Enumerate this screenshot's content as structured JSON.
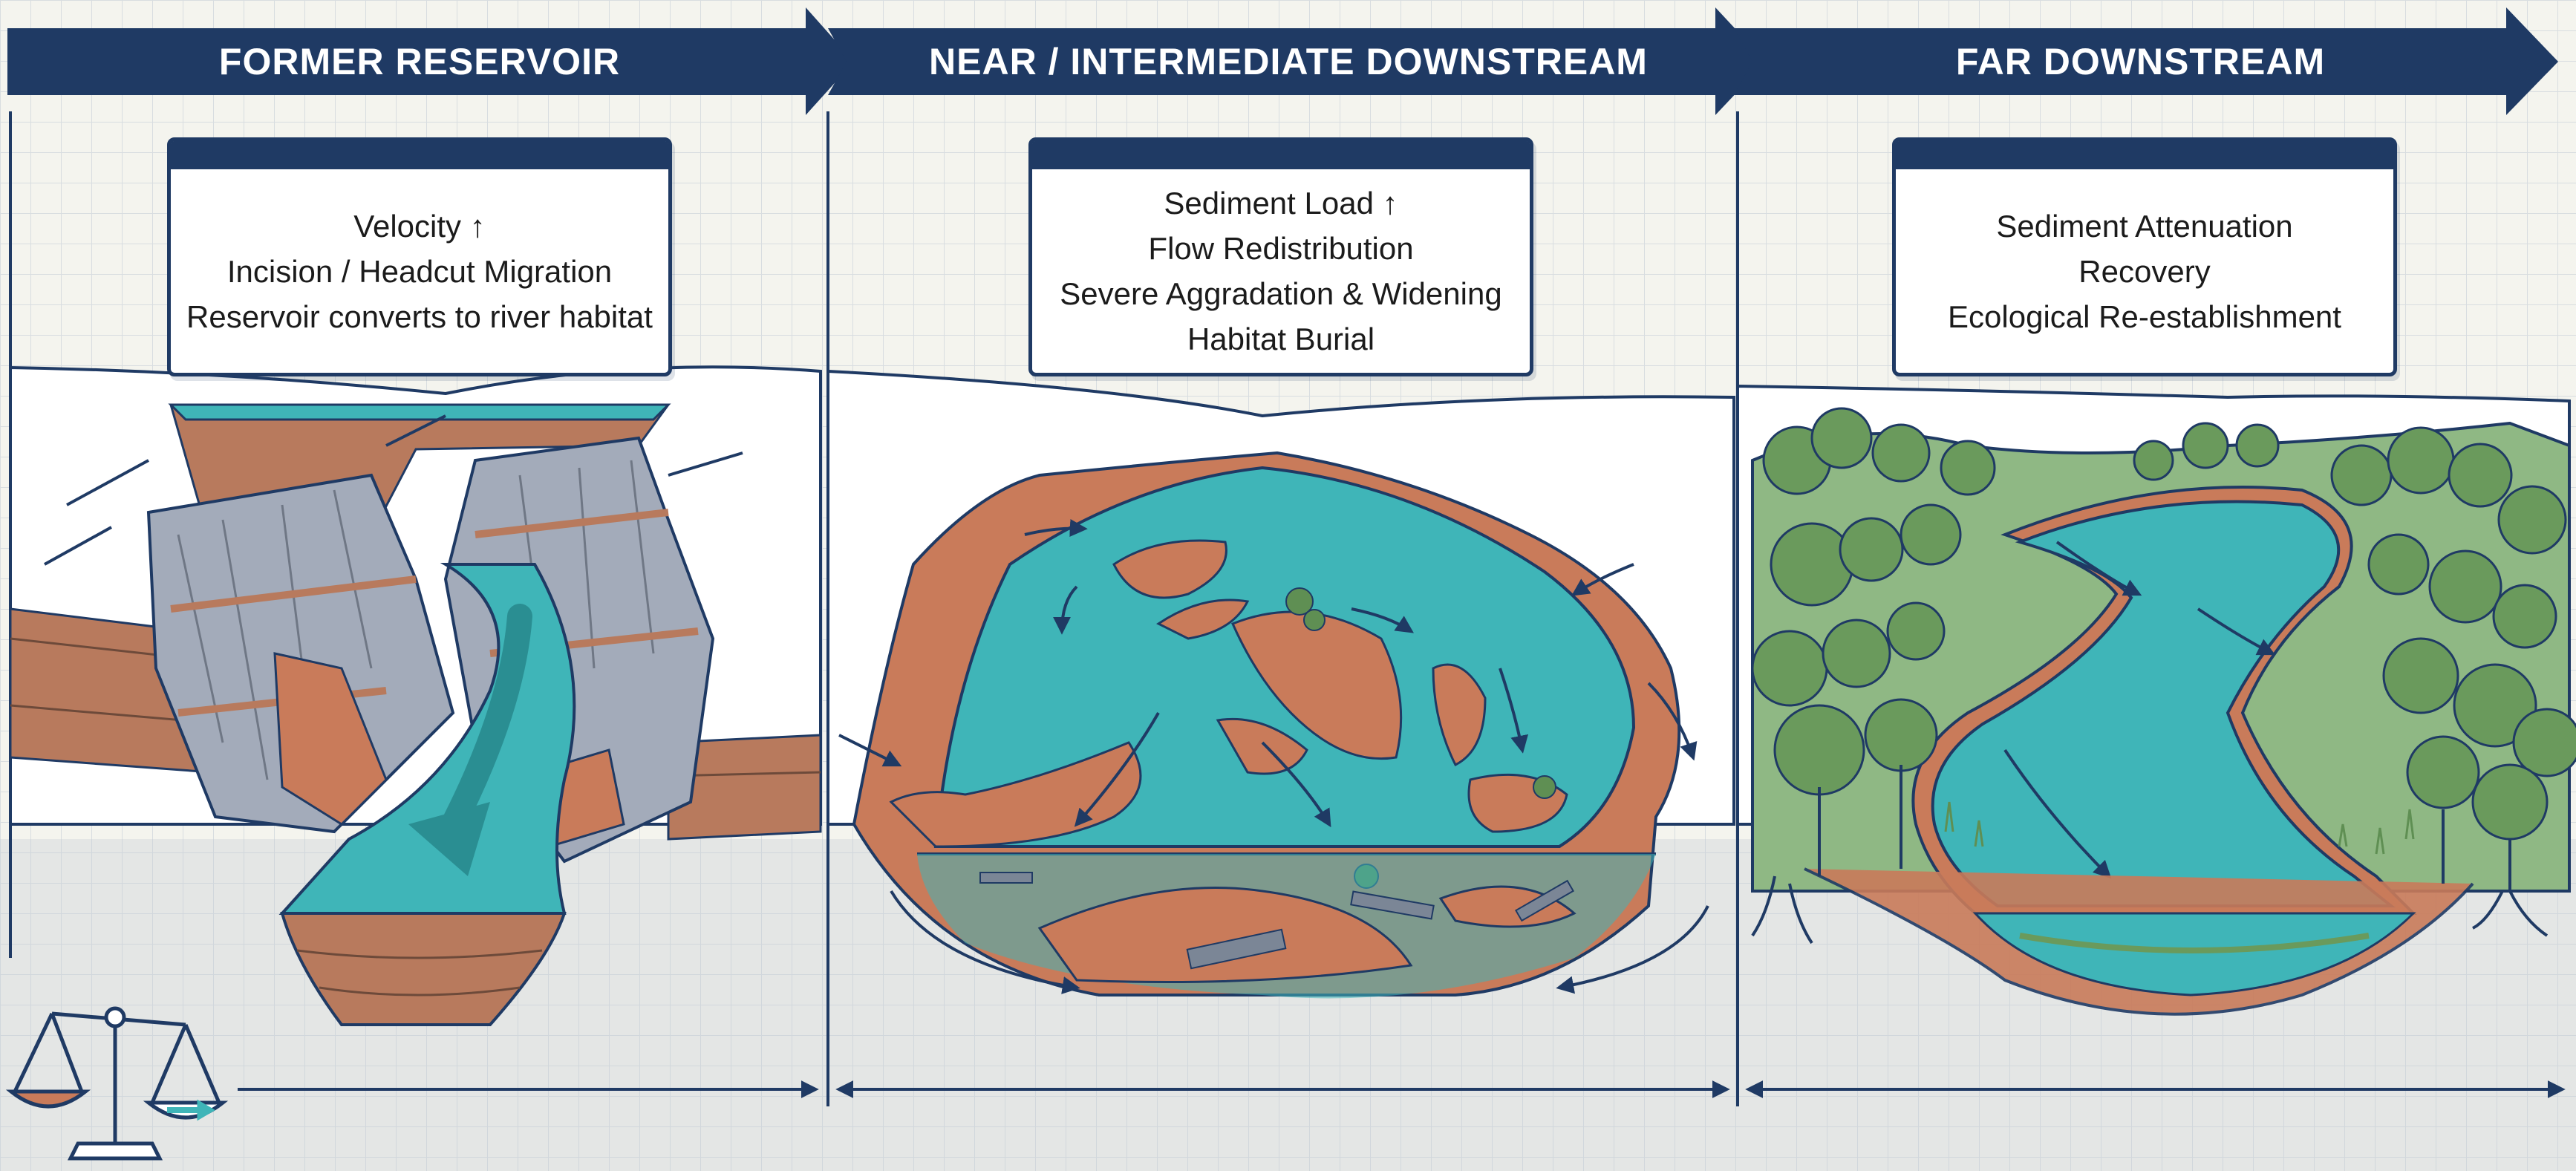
{
  "banners": [
    {
      "label": "FORMER RESERVOIR"
    },
    {
      "label": "NEAR / INTERMEDIATE DOWNSTREAM"
    },
    {
      "label": "FAR DOWNSTREAM"
    }
  ],
  "panels": [
    {
      "lines": [
        "Velocity ↑",
        "Incision / Headcut Migration",
        "Reservoir converts to river habitat"
      ]
    },
    {
      "lines": [
        "Sediment Load ↑",
        "Flow Redistribution",
        "Severe Aggradation & Widening",
        "Habitat Burial"
      ]
    },
    {
      "lines": [
        "Sediment Attenuation",
        "Recovery",
        "Ecological Re-establishment"
      ]
    }
  ],
  "icons": {
    "balance_scale": "balance-scale-icon",
    "flow_arrow": "flow-arrow-icon",
    "tree": "tree-icon"
  },
  "colors": {
    "banner": "#1f3a64",
    "water": "#3fb5b8",
    "sediment": "#c97b5a",
    "vegetation": "#6a9a5c",
    "rock": "#a3abba",
    "grid": "#d8dde0"
  }
}
